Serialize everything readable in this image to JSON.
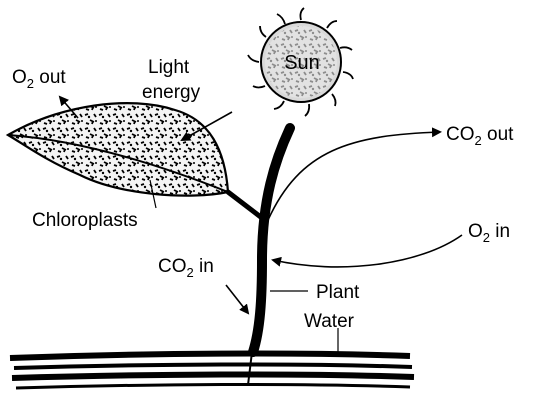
{
  "labels": {
    "sun": "Sun",
    "o2_out": {
      "main": "O",
      "sub": "2",
      "tail": " out"
    },
    "light_energy_line1": "Light",
    "light_energy_line2": "energy",
    "co2_out": {
      "main": "CO",
      "sub": "2",
      "tail": " out"
    },
    "chloroplasts": "Chloroplasts",
    "o2_in": {
      "main": "O",
      "sub": "2",
      "tail": " in"
    },
    "co2_in": {
      "main": "CO",
      "sub": "2",
      "tail": " in"
    },
    "plant": "Plant",
    "water": "Water"
  },
  "icons": {
    "sun": "sun-icon",
    "leaf": "leaf-icon",
    "stem": "plant-stem-icon",
    "ground": "soil-icon"
  }
}
